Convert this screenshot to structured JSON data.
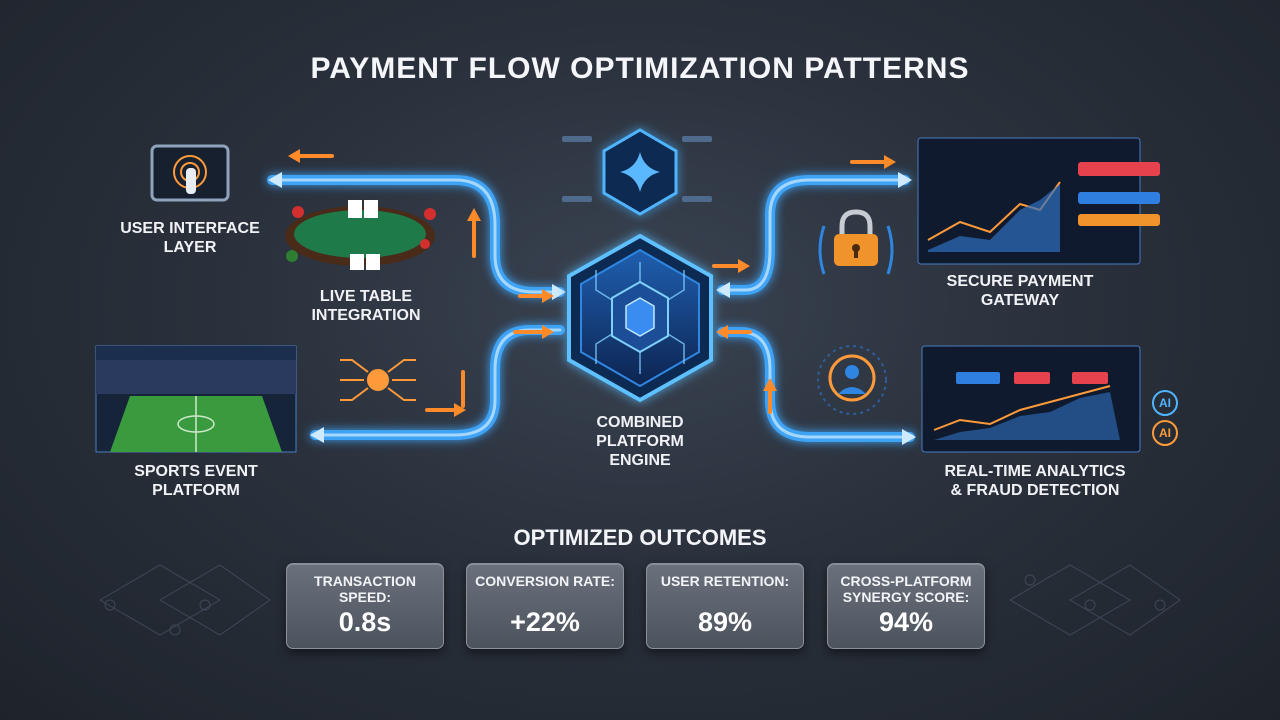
{
  "title": "PAYMENT FLOW OPTIMIZATION PATTERNS",
  "nodes": {
    "user_interface": "USER INTERFACE\nLAYER",
    "live_table": "LIVE TABLE\nINTEGRATION",
    "sports_event": "SPORTS EVENT\nPLATFORM",
    "engine": "COMBINED\nPLATFORM\nENGINE",
    "payment_gateway": "SECURE PAYMENT\nGATEWAY",
    "analytics": "REAL-TIME ANALYTICS\n& FRAUD DETECTION"
  },
  "ai_badges": [
    "AI",
    "AI"
  ],
  "outcomes_title": "OPTIMIZED OUTCOMES",
  "outcomes": [
    {
      "label": "TRANSACTION SPEED:",
      "value": "0.8s"
    },
    {
      "label": "CONVERSION RATE:",
      "value": "+22%"
    },
    {
      "label": "USER RETENTION:",
      "value": "89%"
    },
    {
      "label": "CROSS-PLATFORM SYNERGY SCORE:",
      "value": "94%"
    }
  ],
  "colors": {
    "flow": "#3fa9ff",
    "arrow": "#ff8a2a",
    "accent_red": "#e5424d",
    "accent_blue": "#2f7fe0"
  }
}
